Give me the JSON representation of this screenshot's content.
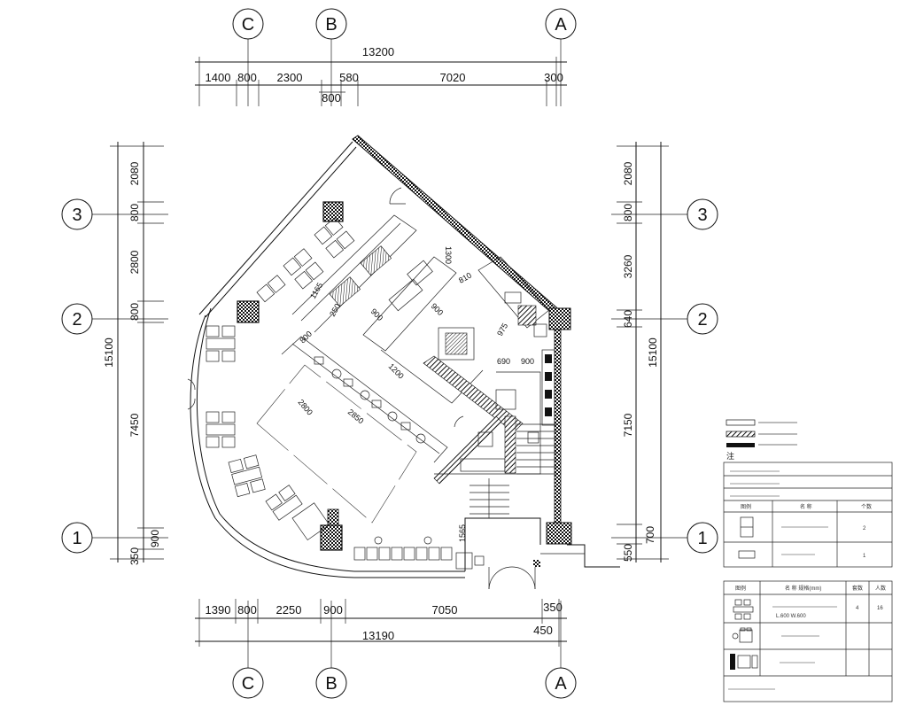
{
  "grid_labels": {
    "c": "C",
    "b": "B",
    "a": "A",
    "n3": "3",
    "n2": "2",
    "n1": "1"
  },
  "top_dims": {
    "total": "13200",
    "segments": [
      "1400",
      "800",
      "2300",
      "580",
      "7020",
      "300"
    ],
    "sub": "800"
  },
  "bottom_dims": {
    "total": "13190",
    "segments": [
      "1390",
      "800",
      "2250",
      "900",
      "7050",
      "350"
    ],
    "sub": "450"
  },
  "left_dims": {
    "total": "15100",
    "segments": [
      "2080",
      "800",
      "2800",
      "800",
      "7450",
      "900",
      "350"
    ]
  },
  "right_dims": {
    "total": "15100",
    "segments": [
      "2080",
      "800",
      "3260",
      "640",
      "7150",
      "700",
      "550"
    ]
  },
  "interior_dims": [
    "1300",
    "810",
    "1165",
    "250",
    "900",
    "900",
    "800",
    "1200",
    "2800",
    "2850",
    "690",
    "900",
    "975",
    "1565"
  ],
  "legend_label": "注",
  "table1": {
    "header": [
      "图例",
      "名 称",
      "个数"
    ],
    "rows": [
      [
        "",
        "",
        "2"
      ],
      [
        "",
        "",
        "1"
      ]
    ]
  },
  "table2": {
    "header": [
      "图例",
      "名 称 规格(mm)",
      "套数",
      "人数"
    ],
    "rows": [
      [
        "",
        "L.600 W.600",
        "4",
        "16"
      ]
    ]
  },
  "colors": {
    "ink": "#111111",
    "fill_dark": "#1a1a1a"
  }
}
